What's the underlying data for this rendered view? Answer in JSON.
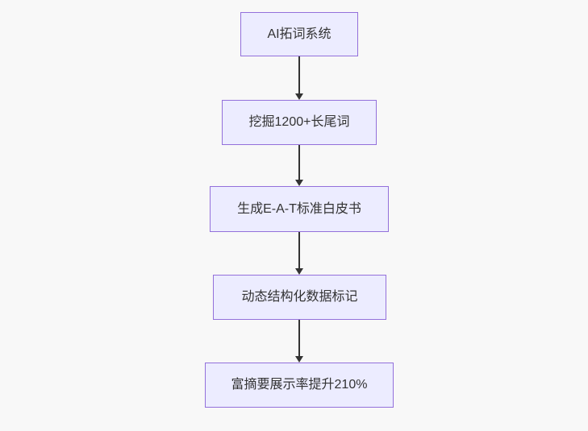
{
  "diagram": {
    "type": "flowchart",
    "direction": "top-down",
    "nodes": [
      {
        "id": "node-1",
        "label": "AI拓词系统"
      },
      {
        "id": "node-2",
        "label": "挖掘1200+长尾词"
      },
      {
        "id": "node-3",
        "label": "生成E-A-T标准白皮书"
      },
      {
        "id": "node-4",
        "label": "动态结构化数据标记"
      },
      {
        "id": "node-5",
        "label": "富摘要展示率提升210%"
      }
    ],
    "edges": [
      {
        "from": "node-1",
        "to": "node-2",
        "label": ""
      },
      {
        "from": "node-2",
        "to": "node-3",
        "label": ""
      },
      {
        "from": "node-3",
        "to": "node-4",
        "label": ""
      },
      {
        "from": "node-4",
        "to": "node-5",
        "label": ""
      }
    ],
    "colors": {
      "background": "#f8f8f8",
      "node_fill": "#ECECFF",
      "node_border": "#9370DB",
      "arrow": "#333333",
      "text": "#333333"
    }
  }
}
